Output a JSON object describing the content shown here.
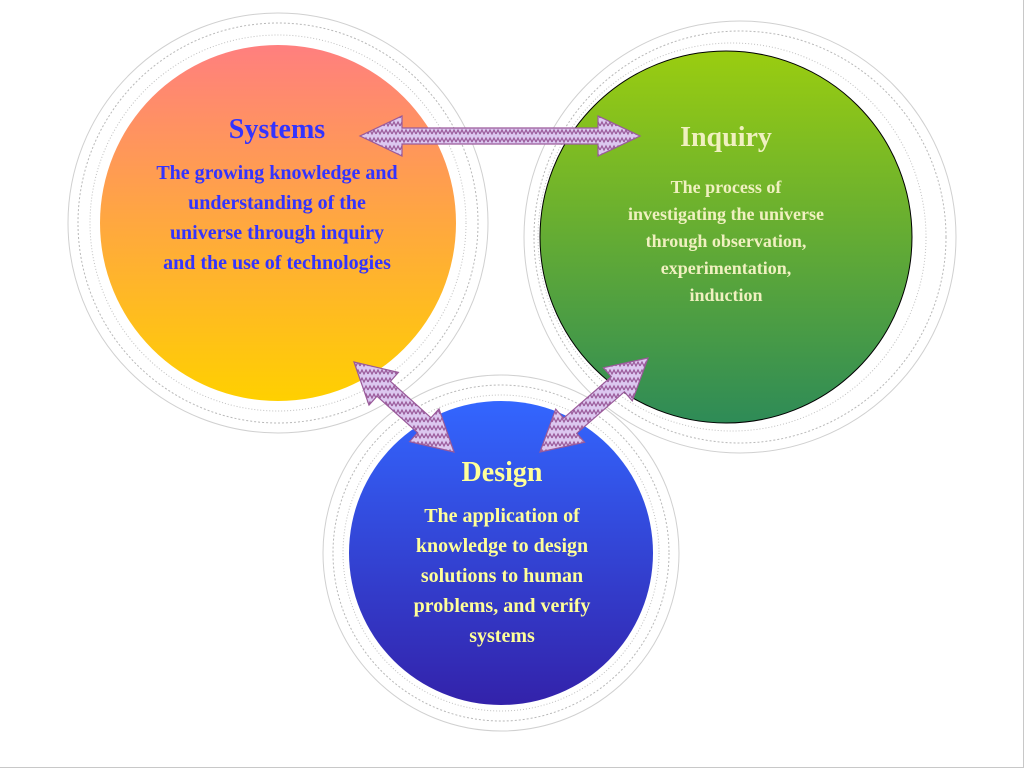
{
  "colors": {
    "systems_gradient": [
      "#ff7f7f",
      "#ffd000"
    ],
    "inquiry_gradient": [
      "#9acd10",
      "#2e8b57"
    ],
    "design_gradient": [
      "#3366ff",
      "#3322aa"
    ],
    "systems_text": "#3333ff",
    "inquiry_text": "#f0f0c0",
    "design_text": "#ffff99",
    "arrow_fill": "#dcc8f0",
    "arrow_stroke": "#9a5a9a"
  },
  "nodes": {
    "systems": {
      "title": "Systems",
      "description": "The growing knowledge and understanding of the universe through inquiry and the use of technologies"
    },
    "inquiry": {
      "title": "Inquiry",
      "description": "The process of investigating the universe through observation, experimentation, induction"
    },
    "design": {
      "title": "Design",
      "description": "The application of knowledge to design solutions to human problems, and verify systems"
    }
  }
}
